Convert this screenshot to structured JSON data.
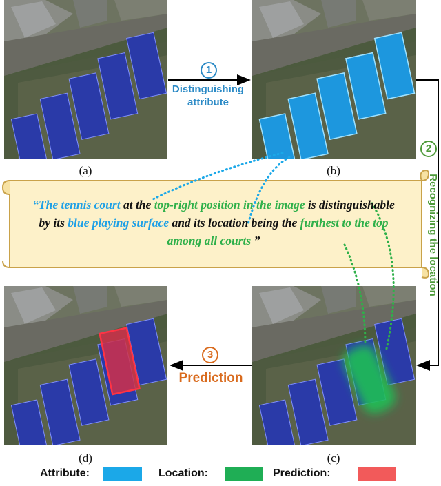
{
  "captions": {
    "a": "(a)",
    "b": "(b)",
    "c": "(c)",
    "d": "(d)"
  },
  "steps": [
    {
      "number": "1",
      "label_line1": "Distinguishing",
      "label_line2": "attribute",
      "color": "#2b8ac6"
    },
    {
      "number": "2",
      "label": "Recognizing the location",
      "color": "#4e9a3a"
    },
    {
      "number": "3",
      "label": "Prediction",
      "color": "#d96b1e"
    }
  ],
  "scroll_text": {
    "open_quote": "“",
    "part1": "The tennis court",
    "part2": " at the ",
    "part3": "top-right position in the image",
    "part4": " is distinguishable by its ",
    "part5": "blue playing surface",
    "part6": " and its location being the ",
    "part7": "furthest to the top among all courts",
    "close_quote": " ”"
  },
  "legend": [
    {
      "label": "Attribute:",
      "color": "#1ba8e8"
    },
    {
      "label": "Location:",
      "color": "#1fae55"
    },
    {
      "label": "Prediction:",
      "color": "#f25a5a"
    }
  ],
  "colors": {
    "attribute": "#1ba8e8",
    "location": "#1fae55",
    "prediction": "#f25a5a",
    "court_blue": "#2a3aa8",
    "scroll_fill": "#fdf1c9",
    "scroll_border": "#c9a24a"
  }
}
